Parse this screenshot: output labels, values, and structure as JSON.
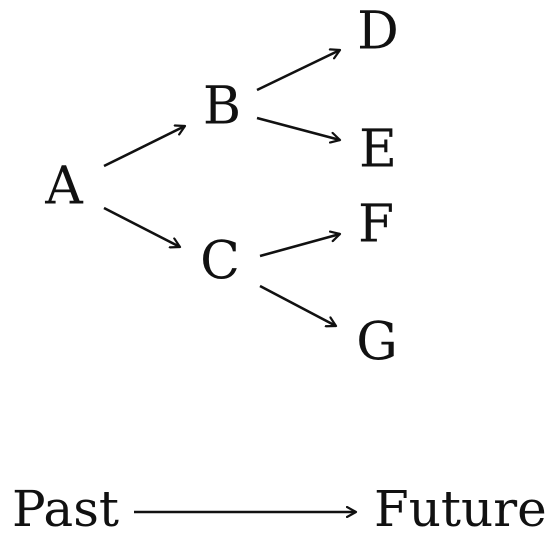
{
  "nodes": {
    "a": "A",
    "b": "B",
    "c": "C",
    "d": "D",
    "e": "E",
    "f": "F",
    "g": "G"
  },
  "timeline": {
    "start": "Past",
    "end": "Future"
  },
  "edges": [
    {
      "from": "A",
      "to": "B"
    },
    {
      "from": "A",
      "to": "C"
    },
    {
      "from": "B",
      "to": "D"
    },
    {
      "from": "B",
      "to": "E"
    },
    {
      "from": "C",
      "to": "F"
    },
    {
      "from": "C",
      "to": "G"
    }
  ]
}
